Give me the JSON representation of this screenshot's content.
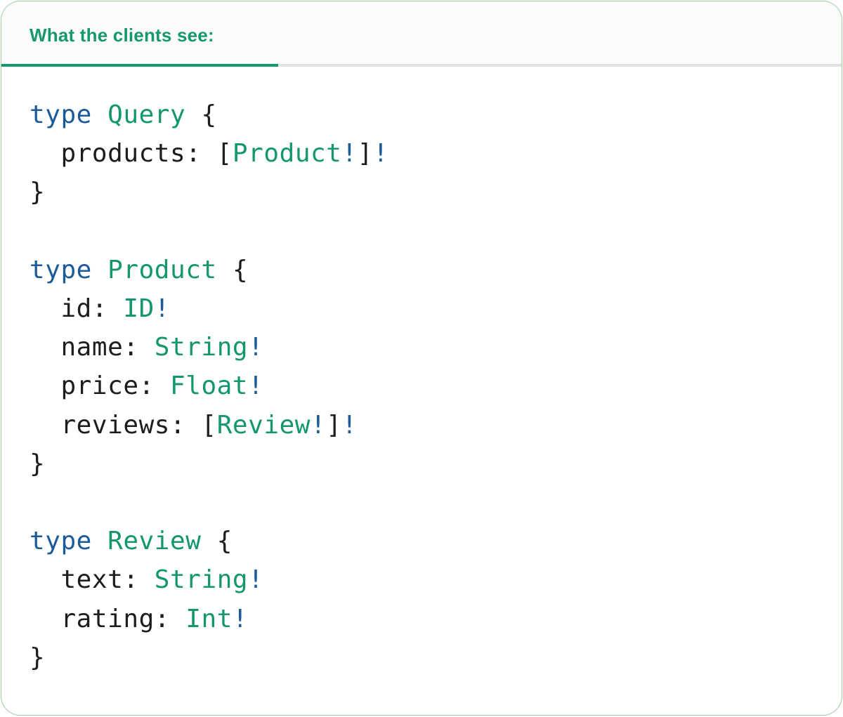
{
  "panel": {
    "tab": {
      "label": "What the clients see:",
      "active": true
    },
    "code": {
      "language": "graphql",
      "lines": [
        [
          {
            "t": "type",
            "c": "keyword"
          },
          {
            "t": " ",
            "c": "plain"
          },
          {
            "t": "Query",
            "c": "type"
          },
          {
            "t": " {",
            "c": "plain"
          }
        ],
        [
          {
            "t": "  products: [",
            "c": "plain"
          },
          {
            "t": "Product",
            "c": "type"
          },
          {
            "t": "!",
            "c": "bang"
          },
          {
            "t": "]",
            "c": "plain"
          },
          {
            "t": "!",
            "c": "bang"
          }
        ],
        [
          {
            "t": "}",
            "c": "plain"
          }
        ],
        [],
        [
          {
            "t": "type",
            "c": "keyword"
          },
          {
            "t": " ",
            "c": "plain"
          },
          {
            "t": "Product",
            "c": "type"
          },
          {
            "t": " {",
            "c": "plain"
          }
        ],
        [
          {
            "t": "  id: ",
            "c": "plain"
          },
          {
            "t": "ID",
            "c": "type"
          },
          {
            "t": "!",
            "c": "bang"
          }
        ],
        [
          {
            "t": "  name: ",
            "c": "plain"
          },
          {
            "t": "String",
            "c": "type"
          },
          {
            "t": "!",
            "c": "bang"
          }
        ],
        [
          {
            "t": "  price: ",
            "c": "plain"
          },
          {
            "t": "Float",
            "c": "type"
          },
          {
            "t": "!",
            "c": "bang"
          }
        ],
        [
          {
            "t": "  reviews: [",
            "c": "plain"
          },
          {
            "t": "Review",
            "c": "type"
          },
          {
            "t": "!",
            "c": "bang"
          },
          {
            "t": "]",
            "c": "plain"
          },
          {
            "t": "!",
            "c": "bang"
          }
        ],
        [
          {
            "t": "}",
            "c": "plain"
          }
        ],
        [],
        [
          {
            "t": "type",
            "c": "keyword"
          },
          {
            "t": " ",
            "c": "plain"
          },
          {
            "t": "Review",
            "c": "type"
          },
          {
            "t": " {",
            "c": "plain"
          }
        ],
        [
          {
            "t": "  text: ",
            "c": "plain"
          },
          {
            "t": "String",
            "c": "type"
          },
          {
            "t": "!",
            "c": "bang"
          }
        ],
        [
          {
            "t": "  rating: ",
            "c": "plain"
          },
          {
            "t": "Int",
            "c": "type"
          },
          {
            "t": "!",
            "c": "bang"
          }
        ],
        [
          {
            "t": "}",
            "c": "plain"
          }
        ]
      ]
    },
    "colors": {
      "keyword_blue": "#1B5B9A",
      "type_teal": "#14966F",
      "punctuation_dark": "#1B1D1F",
      "tab_teal": "#16986F",
      "tab_underline": "#15976F",
      "divider_gray": "#E3E3E3",
      "header_bg": "#FBFBFB",
      "card_border": "#9CCBA4",
      "background": "#FFFFFF"
    }
  }
}
